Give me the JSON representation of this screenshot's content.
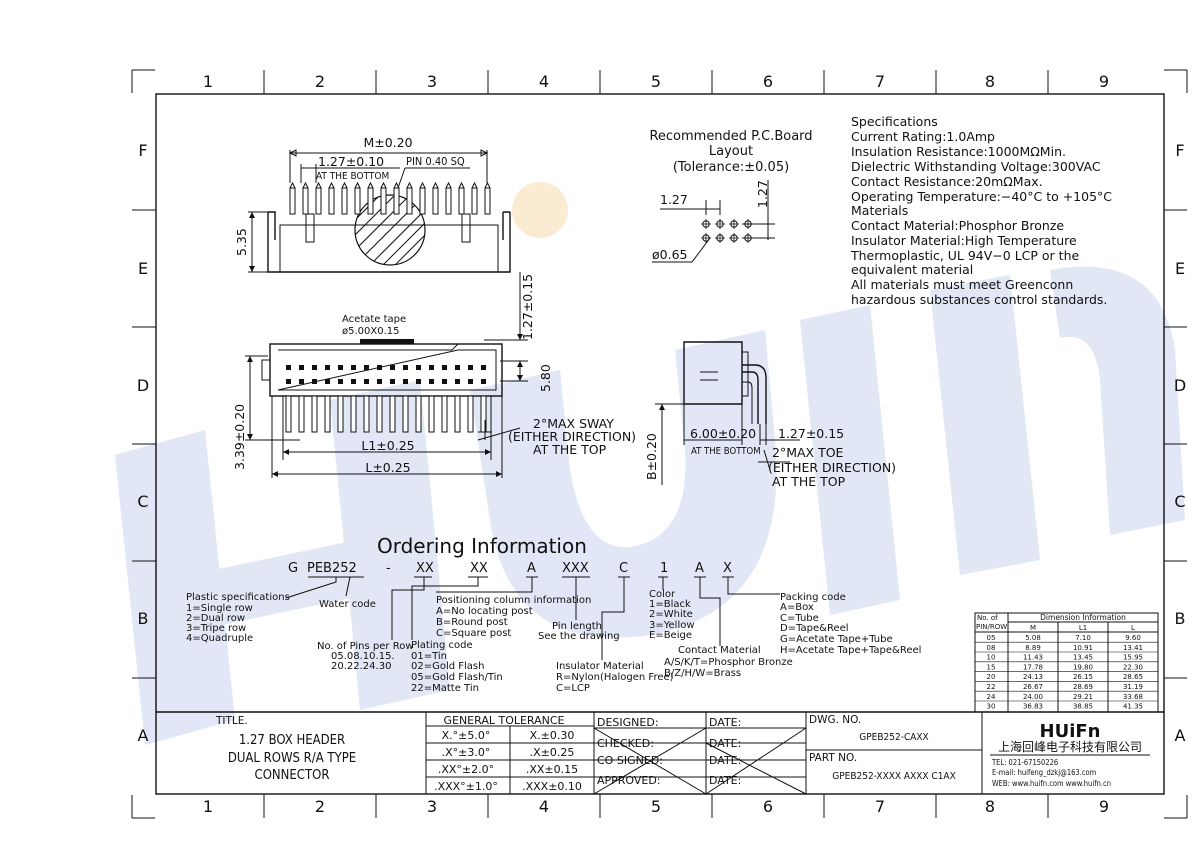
{
  "frame": {
    "columns": [
      "1",
      "2",
      "3",
      "4",
      "5",
      "6",
      "7",
      "8",
      "9"
    ],
    "rows": [
      "F",
      "E",
      "D",
      "C",
      "B",
      "A"
    ]
  },
  "watermark": {
    "text": "HUIFN",
    "color": "#c9d4ee"
  },
  "specs": {
    "lines": [
      "Specifications",
      "Current Rating:1.0Amp",
      "Insulation Resistance:1000MΩMin.",
      "Dielectric Withstanding Voltage:300VAC",
      "Contact Resistance:20mΩMax.",
      "Operating Temperature:−40°C to +105°C",
      "Materials",
      "Contact Material:Phosphor Bronze",
      "Insulator Material:High Temperature",
      "Thermoplastic, UL 94V−0 LCP or the",
      "equivalent material",
      "All materials must meet Greenconn",
      "hazardous substances control standards."
    ]
  },
  "pcb": {
    "title1": "Recommended P.C.Board",
    "title2": "Layout",
    "title3": "(Tolerance:±0.05)",
    "dim_pitch_h": "1.27",
    "dim_pitch_v": "1.27",
    "dim_hole": "ø0.65"
  },
  "front_view": {
    "dim_m": "M±0.20",
    "dim_pitch": "1.27±0.10",
    "dim_pitch_note": "AT THE BOTTOM",
    "pin_note": "PIN 0.40 SQ",
    "dim_height": "5.35"
  },
  "top_view": {
    "tape_label": "Acetate tape",
    "tape_size": "ø5.00X0.15",
    "dim_127": "1.27±0.15",
    "dim_580": "5.80",
    "dim_339": "3.39±0.20",
    "dim_l1": "L1±0.25",
    "dim_l": "L±0.25",
    "sway1": "2°MAX SWAY",
    "sway2": "(EITHER DIRECTION)",
    "sway3": "AT THE TOP"
  },
  "side_view": {
    "dim_b": "B±0.20",
    "dim_600": "6.00±0.20",
    "dim_600_note": "AT THE BOTTOM",
    "dim_127": "1.27±0.15",
    "toe1": "2°MAX TOE",
    "toe2": "(EITHER DIRECTION)",
    "toe3": "AT THE TOP"
  },
  "ordering": {
    "title": "Ordering Information",
    "code": [
      "G",
      "PEB252",
      "-",
      "XX",
      "XX",
      "A",
      "XXX",
      "C",
      "1",
      "A",
      "X"
    ],
    "plastic": [
      "Plastic specifications",
      "1=Single row",
      "2=Dual row",
      "3=Tripe row",
      "4=Quadruple"
    ],
    "water": "Water code",
    "pins": [
      "No. of Pins per Row",
      "05.08.10.15.",
      "20.22.24.30"
    ],
    "plating": [
      "Plating code",
      "01=Tin",
      "02=Gold Flash",
      "05=Gold Flash/Tin",
      "22=Matte Tin"
    ],
    "position": [
      "Positioning column information",
      "A=No locating post",
      "B=Round post",
      "C=Square post"
    ],
    "pinlength": [
      "Pin length",
      "See the drawing"
    ],
    "insulator": [
      "Insulator Material",
      "R=Nylon(Halogen Free)",
      "C=LCP"
    ],
    "color": [
      "Color",
      "1=Black",
      "2=White",
      "3=Yellow",
      "E=Beige"
    ],
    "contact": [
      "Contact Material",
      "A/S/K/T=Phosphor Bronze",
      "B/Z/H/W=Brass"
    ],
    "packing": [
      "Packing code",
      "A=Box",
      "C=Tube",
      "D=Tape&Reel",
      "G=Acetate Tape+Tube",
      "H=Acetate Tape+Tape&Reel"
    ]
  },
  "dim_table": {
    "title": "Dimension Information",
    "col0": [
      "No. of",
      "PIN/ROW"
    ],
    "headers": [
      "M",
      "L1",
      "L"
    ],
    "rows": [
      [
        "05",
        "5.08",
        "7.10",
        "9.60"
      ],
      [
        "08",
        "8.89",
        "10.91",
        "13.41"
      ],
      [
        "10",
        "11.43",
        "13.45",
        "15.95"
      ],
      [
        "15",
        "17.78",
        "19.80",
        "22.30"
      ],
      [
        "20",
        "24.13",
        "26.15",
        "28.65"
      ],
      [
        "22",
        "26.67",
        "28.69",
        "31.19"
      ],
      [
        "24",
        "24.00",
        "29.21",
        "33.68"
      ],
      [
        "30",
        "36.83",
        "38.85",
        "41.35"
      ]
    ]
  },
  "title_block": {
    "title_label": "TITLE.",
    "title_lines": [
      "1.27 BOX HEADER",
      "DUAL ROWS R/A TYPE",
      "CONNECTOR"
    ],
    "tol_header": "GENERAL TOLERANCE",
    "tol_rows": [
      [
        "X.°±5.0°",
        "X.±0.30"
      ],
      [
        ".X°±3.0°",
        ".X±0.25"
      ],
      [
        ".XX°±2.0°",
        ".XX±0.15"
      ],
      [
        ".XXX°±1.0°",
        ".XXX±0.10"
      ]
    ],
    "signs": [
      "DESIGNED:",
      "CHECKED:",
      "CO SIGNED:",
      "APPROVED:"
    ],
    "date": "DATE:",
    "dwg_label": "DWG. NO.",
    "dwg_no": "GPEB252-CAXX",
    "part_label": "PART NO.",
    "part_no": "GPEB252-XXXX AXXX C1AX",
    "company_logo": "HUiFn",
    "company_name": "上海回峰电子科技有限公司",
    "tel": "TEL: 021-67150226",
    "email": "E-mail: huifeng_dzkj@163.com",
    "web": "WEB: www.huifn.com   www.huifn.cn"
  }
}
